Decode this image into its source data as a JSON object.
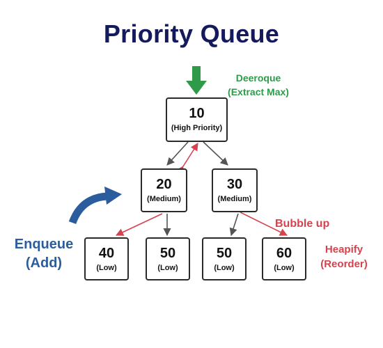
{
  "title": "Priority Queue",
  "nodes": {
    "root": {
      "value": "10",
      "label": "(High Priority)"
    },
    "left": {
      "value": "20",
      "label": "(Medium)"
    },
    "right": {
      "value": "30",
      "label": "(Medium)"
    },
    "leaf1": {
      "value": "40",
      "label": "(Low)"
    },
    "leaf2": {
      "value": "50",
      "label": "(Low)"
    },
    "leaf3": {
      "value": "50",
      "label": "(Low)"
    },
    "leaf4": {
      "value": "60",
      "label": "(Low)"
    }
  },
  "captions": {
    "dequeue_line1": "Deeroque",
    "dequeue_line2": "(Extract Max)",
    "enqueue_line1": "Enqueue",
    "enqueue_line2": "(Add)",
    "bubble_up": "Bubble up",
    "heapify_line1": "Heapify",
    "heapify_line2": "(Reorder)"
  },
  "colors": {
    "title": "#141a5c",
    "dequeue": "#2e9a4a",
    "enqueue": "#2b5d9e",
    "bubble": "#d6424d",
    "edge": "#555555"
  }
}
